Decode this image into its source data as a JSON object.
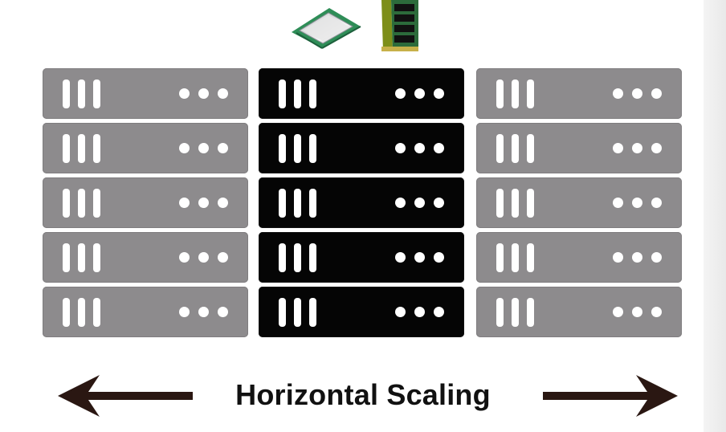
{
  "diagram": {
    "title": "Horizontal Scaling",
    "top_icons": [
      "cpu-chip-icon",
      "ram-module-icon"
    ],
    "racks": [
      {
        "id": "left",
        "highlighted": false,
        "server_count": 5
      },
      {
        "id": "middle",
        "highlighted": true,
        "server_count": 5
      },
      {
        "id": "right",
        "highlighted": false,
        "server_count": 5
      }
    ],
    "arrows": [
      "left-arrow-icon",
      "right-arrow-icon"
    ],
    "colors": {
      "gray_server": "#8d8b8d",
      "black_server": "#050505",
      "arrow": "#2a1712",
      "label": "#111111"
    }
  }
}
